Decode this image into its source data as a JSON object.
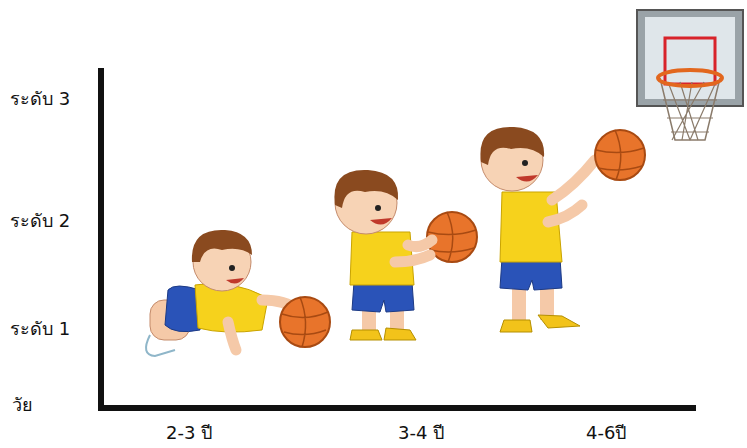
{
  "diagram": {
    "labels": [
      "ระดับ 3",
      "ระดับ 2",
      "ระดับ 1",
      "วัย",
      "2-3 ปี",
      "3-4 ปี",
      "4-6ปี"
    ]
  }
}
